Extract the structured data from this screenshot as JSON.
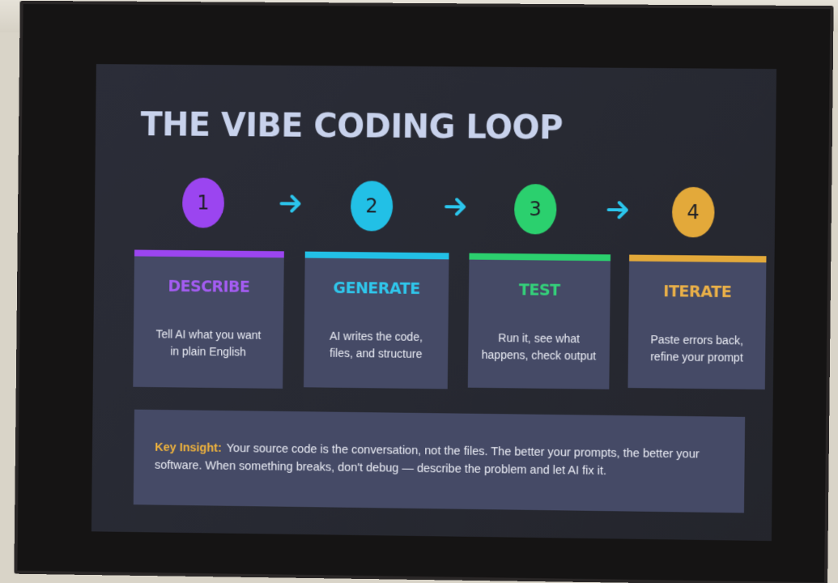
{
  "slide": {
    "title": "THE VIBE CODING LOOP",
    "steps": [
      {
        "number": "1",
        "label": "DESCRIBE",
        "line1": "Tell AI what you want",
        "line2": "in plain English",
        "color": "#9b45f0"
      },
      {
        "number": "2",
        "label": "GENERATE",
        "line1": "AI writes the code,",
        "line2": "files, and structure",
        "color": "#22c0e6"
      },
      {
        "number": "3",
        "label": "TEST",
        "line1": "Run it, see what",
        "line2": "happens, check output",
        "color": "#2bd06e"
      },
      {
        "number": "4",
        "label": "ITERATE",
        "line1": "Paste errors back,",
        "line2": "refine your prompt",
        "color": "#e3a93a"
      }
    ],
    "arrow_color": "#2bc5ec",
    "insight": {
      "key_label": "Key Insight:",
      "text": "Your source code is the conversation, not the files. The better your prompts, the better your software. When something breaks, don't debug — describe the problem and let AI fix it."
    }
  }
}
